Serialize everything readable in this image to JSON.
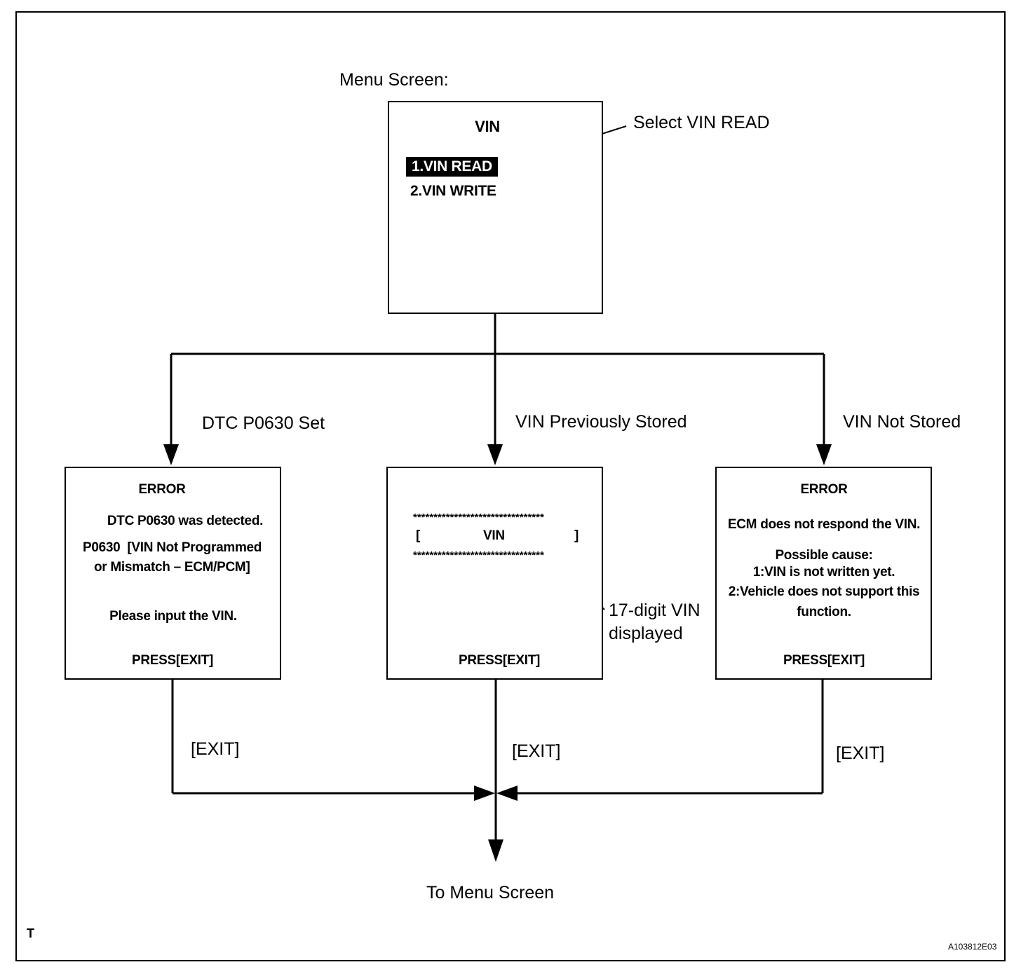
{
  "menu_caption": "Menu Screen:",
  "menu_screen": {
    "title": "VIN",
    "items": [
      "1.VIN READ",
      "2.VIN WRITE"
    ],
    "callout": "Select VIN READ"
  },
  "branches": {
    "left": "DTC P0630 Set",
    "middle": "VIN Previously Stored",
    "right": "VIN Not Stored"
  },
  "left_screen": {
    "title": "ERROR",
    "line1": "DTC P0630 was detected.",
    "line2": "P0630  [VIN Not Programmed",
    "line3": "or Mismatch – ECM/PCM]",
    "line4": "Please input the VIN.",
    "footer": "PRESS[EXIT]"
  },
  "middle_screen": {
    "stars_top": "********************************",
    "bracket_left": "[",
    "vin": "VIN",
    "bracket_right": "]",
    "stars_bottom": "********************************",
    "footer": "PRESS[EXIT]",
    "callout_line1": "17-digit VIN",
    "callout_line2": "displayed"
  },
  "right_screen": {
    "title": "ERROR",
    "line1": "ECM does not respond the VIN.",
    "line2": "Possible cause:",
    "line3": "1:VIN is not written yet.",
    "line4": "2:Vehicle does not support this",
    "line5": "function.",
    "footer": "PRESS[EXIT]"
  },
  "exit_labels": [
    "[EXIT]",
    "[EXIT]",
    "[EXIT]"
  ],
  "destination": "To Menu Screen",
  "corner_mark": "T",
  "figure_code": "A103812E03"
}
